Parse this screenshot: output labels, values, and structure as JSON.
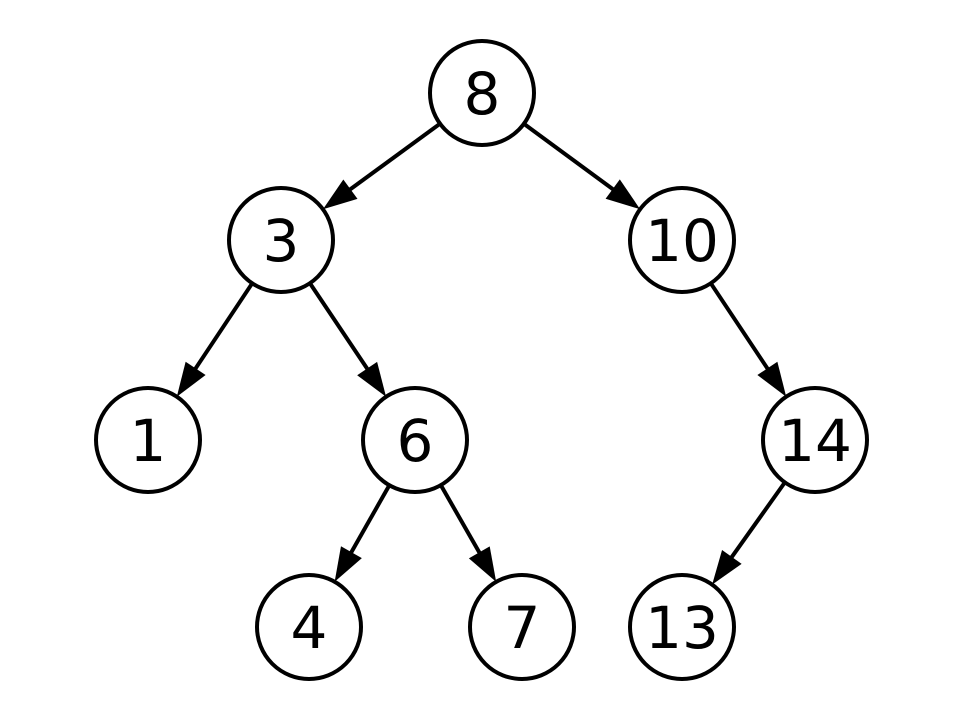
{
  "diagram": {
    "type": "binary-search-tree",
    "stroke_color": "#000000",
    "fill_color": "#ffffff",
    "nodes": [
      {
        "id": "n8",
        "label": "8"
      },
      {
        "id": "n3",
        "label": "3"
      },
      {
        "id": "n10",
        "label": "10"
      },
      {
        "id": "n1",
        "label": "1"
      },
      {
        "id": "n6",
        "label": "6"
      },
      {
        "id": "n14",
        "label": "14"
      },
      {
        "id": "n4",
        "label": "4"
      },
      {
        "id": "n7",
        "label": "7"
      },
      {
        "id": "n13",
        "label": "13"
      }
    ],
    "edges": [
      {
        "from": "n8",
        "to": "n3"
      },
      {
        "from": "n8",
        "to": "n10"
      },
      {
        "from": "n3",
        "to": "n1"
      },
      {
        "from": "n3",
        "to": "n6"
      },
      {
        "from": "n10",
        "to": "n14"
      },
      {
        "from": "n6",
        "to": "n4"
      },
      {
        "from": "n6",
        "to": "n7"
      },
      {
        "from": "n14",
        "to": "n13"
      }
    ]
  }
}
